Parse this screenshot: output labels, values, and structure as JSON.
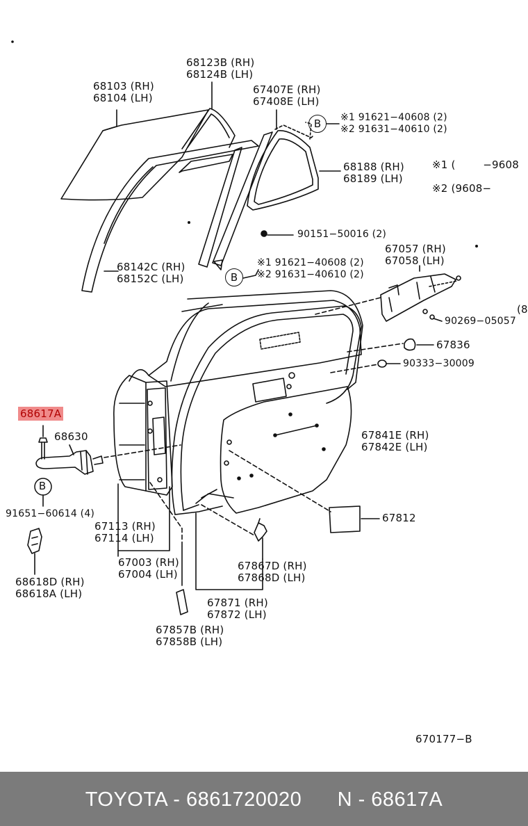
{
  "labels": {
    "l68123b": "68123B (RH)",
    "l68124b": "68124B (LH)",
    "l68103": "68103 (RH)",
    "l68104": "68104 (LH)",
    "l67407e": "67407E (RH)",
    "l67408e": "67408E (LH)",
    "n1a": "※1 91621−40608 (2)",
    "n2a": "※2 91631−40610 (2)",
    "l68188": "68188 (RH)",
    "l68189": "68189 (LH)",
    "date1": "※1 (        −9608",
    "date2": "※2 (9608−",
    "l90151": "90151−50016 (2)",
    "l68142c": "68142C (RH)",
    "l68152c": "68152C (LH)",
    "n1b": "※1 91621−40608 (2)",
    "n2b": "※2 91631−40610 (2)",
    "l67057": "67057 (RH)",
    "l67058": "67058 (LH)",
    "l90269": "90269−05057",
    "l8": "(8",
    "l67836": "67836",
    "l90333": "90333−30009",
    "l68617a": "68617A",
    "l68630": "68630",
    "l67841e": "67841E (RH)",
    "l67842e": "67842E (LH)",
    "l91651": "91651−60614 (4)",
    "l67812": "67812",
    "l67113": "67113 (RH)",
    "l67114": "67114 (LH)",
    "l67003": "67003 (RH)",
    "l67004": "67004 (LH)",
    "l67867d": "67867D (RH)",
    "l67868d": "67868D (LH)",
    "l68618d": "68618D (RH)",
    "l68618a": "68618A (LH)",
    "l67871": "67871 (RH)",
    "l67872": "67872 (LH)",
    "l67857b": "67857B (RH)",
    "l67858b": "67858B (LH)",
    "code": "670177−B"
  },
  "circle_letter": "B",
  "highlight_color": "#f08a8a",
  "footer": {
    "text": "TOYOTA - 6861720020      N - 68617A",
    "background": "#7b7b7b"
  }
}
